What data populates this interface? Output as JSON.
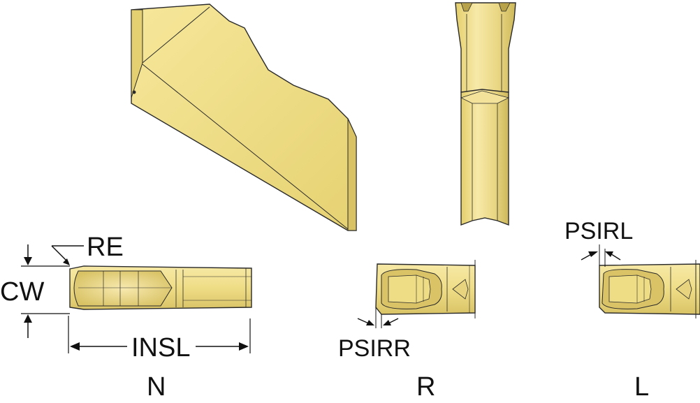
{
  "labels": {
    "re": "RE",
    "cw": "CW",
    "insl": "INSL",
    "psirr": "PSIRR",
    "psirl": "PSIRL",
    "variant_n": "N",
    "variant_r": "R",
    "variant_l": "L"
  },
  "colors": {
    "insert_body": "#f2e08a",
    "insert_shade": "#d9c56a",
    "insert_dark": "#b8a24a",
    "outline": "#2a2a2a"
  }
}
